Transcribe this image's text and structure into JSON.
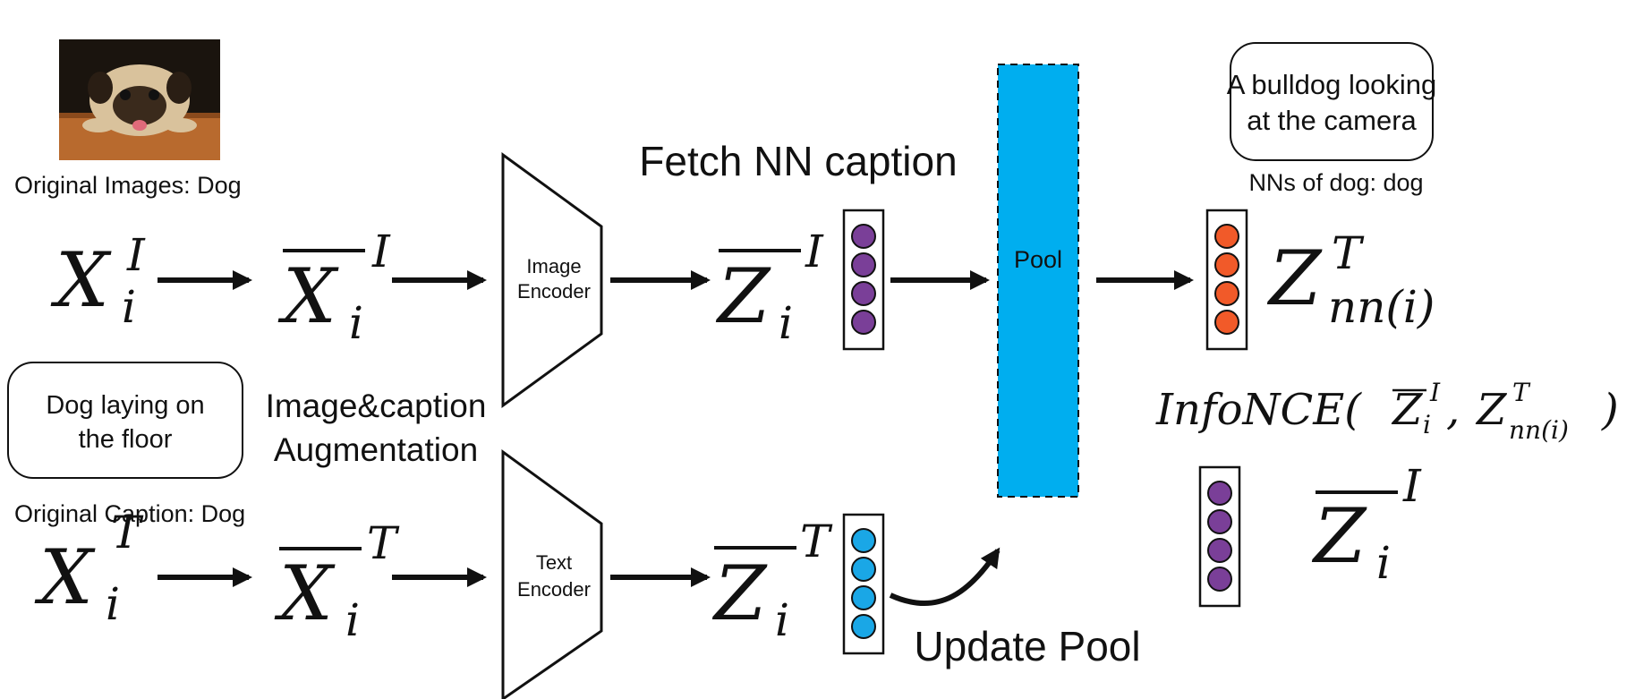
{
  "labels": {
    "original_images": "Original Images: Dog",
    "original_caption": "Original Caption: Dog",
    "caption_text_line1": "Dog laying on",
    "caption_text_line2": "the floor",
    "augmentation_line1": "Image&caption",
    "augmentation_line2": "Augmentation",
    "fetch_nn": "Fetch NN caption",
    "update_pool": "Update Pool",
    "pool": "Pool",
    "nn_caption_line1": "A bulldog looking",
    "nn_caption_line2": "at the camera",
    "nns_of_dog": "NNs of dog: dog",
    "image_encoder_line1": "Image",
    "image_encoder_line2": "Encoder",
    "text_encoder_line1": "Text",
    "text_encoder_line2": "Encoder"
  },
  "math": {
    "xi_I": {
      "base": "X",
      "sub": "i",
      "sup": "I"
    },
    "xbar_I": {
      "base": "X",
      "sub": "i",
      "sup": "I"
    },
    "zbar_I": {
      "base": "Z",
      "sub": "i",
      "sup": "I"
    },
    "xi_T": {
      "base": "X",
      "sub": "i",
      "sup": "T"
    },
    "xbar_T": {
      "base": "X",
      "sub": "i",
      "sup": "T"
    },
    "zbar_T": {
      "base": "Z",
      "sub": "i",
      "sup": "T"
    },
    "z_nn": {
      "base": "Z",
      "sub": "nn(i)",
      "sup": "T"
    },
    "zbar_I_right": {
      "base": "Z",
      "sub": "i",
      "sup": "I"
    },
    "infonce": {
      "prefix": "InfoNCE(",
      "a_base": "Z",
      "a_sub": "i",
      "a_sup": "I",
      "sep": ", ",
      "b_base": "Z",
      "b_sub": "nn(i)",
      "b_sup": "T",
      "suffix": ")"
    }
  },
  "colors": {
    "pool_fill": "#00aeef",
    "purple_dot": "#7a3f98",
    "blue_dot": "#1aa7e6",
    "orange_dot": "#f15a29",
    "stroke": "#111111"
  },
  "icons": {
    "dog_image": "pug-photo"
  }
}
